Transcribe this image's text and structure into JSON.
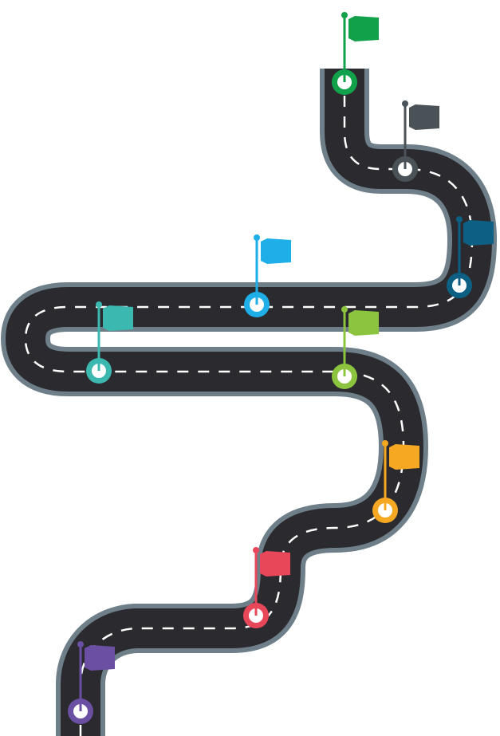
{
  "colors": {
    "road_edge": "#6e7f89",
    "road_surface": "#2b2b2f",
    "lane_marking": "#ffffff",
    "pin_center": "#ffffff",
    "background": "#ffffff"
  },
  "milestones": [
    {
      "id": "m1",
      "color": "#6a4fa3",
      "flag_icon": "flag-icon"
    },
    {
      "id": "m2",
      "color": "#e8475a",
      "flag_icon": "flag-icon"
    },
    {
      "id": "m3",
      "color": "#f7a823",
      "flag_icon": "flag-icon"
    },
    {
      "id": "m4",
      "color": "#8cc43f",
      "flag_icon": "flag-icon"
    },
    {
      "id": "m5",
      "color": "#3bb8b0",
      "flag_icon": "flag-icon"
    },
    {
      "id": "m6",
      "color": "#1eaee8",
      "flag_icon": "flag-icon"
    },
    {
      "id": "m7",
      "color": "#0e5f84",
      "flag_icon": "flag-icon"
    },
    {
      "id": "m8",
      "color": "#4a5257",
      "flag_icon": "flag-icon"
    },
    {
      "id": "m9",
      "color": "#11a14a",
      "flag_icon": "flag-icon"
    }
  ]
}
